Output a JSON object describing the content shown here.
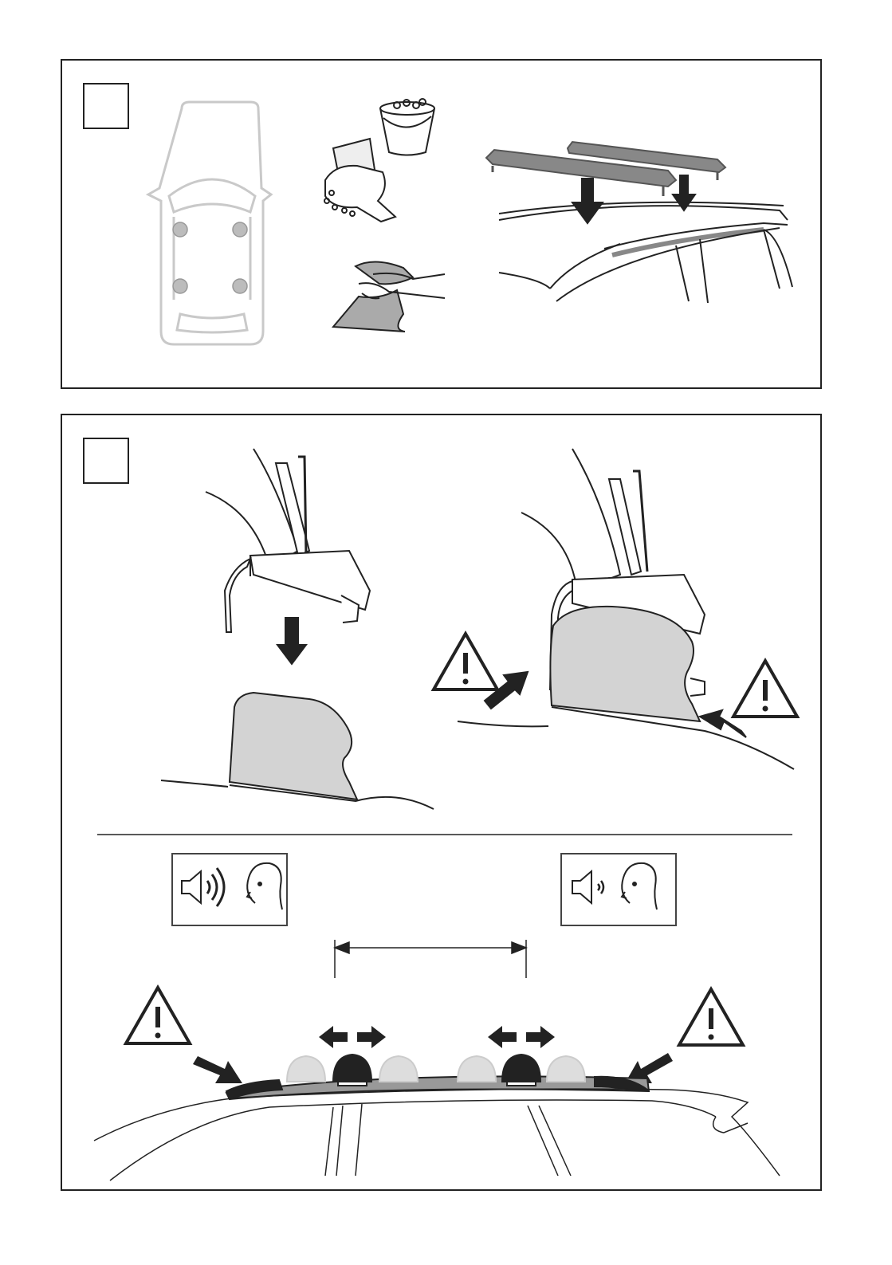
{
  "page": {
    "background": "#ffffff",
    "line_color": "#222222",
    "grey_fill": "#d3d3d3"
  },
  "panels": [
    {
      "id": "panel-1",
      "step_number": "",
      "illustrations": [
        "car-top-view-mount-points",
        "wash-roof-with-soap-icon",
        "dry-with-cloth-icon",
        "place-crossbars-on-roof-rails"
      ]
    },
    {
      "id": "panel-2",
      "step_number": "",
      "illustrations": [
        "foot-lowered-onto-rail",
        "foot-clamped-on-rail-warning",
        "sound-loud-icon",
        "sound-quiet-icon",
        "crossbar-spacing-dimension",
        "feet-position-adjust-on-rail"
      ]
    }
  ],
  "icons": {
    "warning": "warning-triangle-icon",
    "arrow": "arrow-icon",
    "speaker_loud": "speaker-loud-icon",
    "speaker_quiet": "speaker-quiet-icon",
    "head": "head-profile-icon"
  }
}
